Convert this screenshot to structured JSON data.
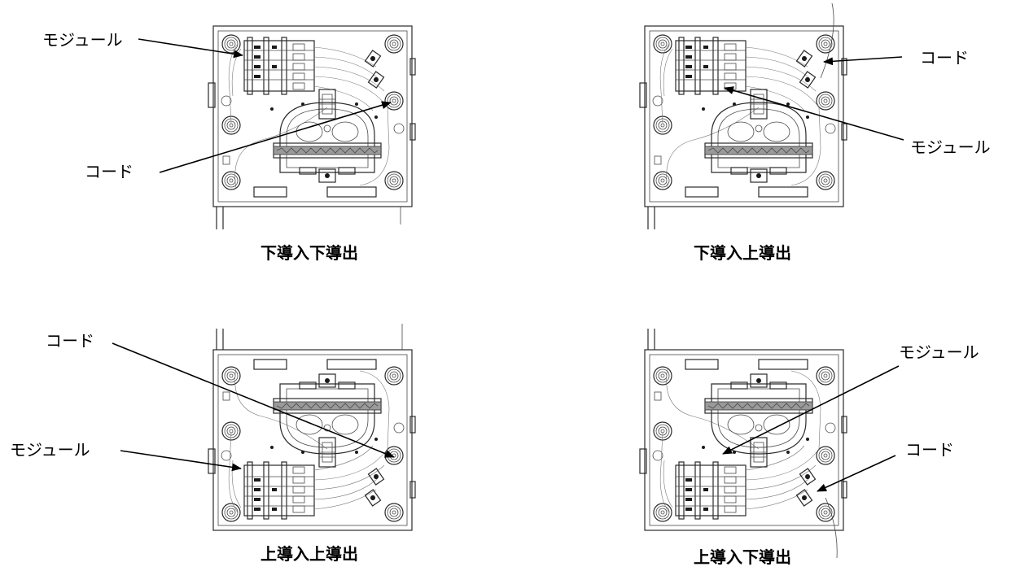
{
  "panels": [
    {
      "caption": "下導入下導出",
      "labels": {
        "module": "モジュール",
        "cord": "コード"
      }
    },
    {
      "caption": "下導入上導出",
      "labels": {
        "module": "モジュール",
        "cord": "コード"
      }
    },
    {
      "caption": "上導入上導出",
      "labels": {
        "module": "モジュール",
        "cord": "コード"
      }
    },
    {
      "caption": "上導入下導出",
      "labels": {
        "module": "モジュール",
        "cord": "コード"
      }
    }
  ],
  "colors": {
    "line": "#2a2a2a",
    "ink": "#000000",
    "background": "#ffffff"
  }
}
